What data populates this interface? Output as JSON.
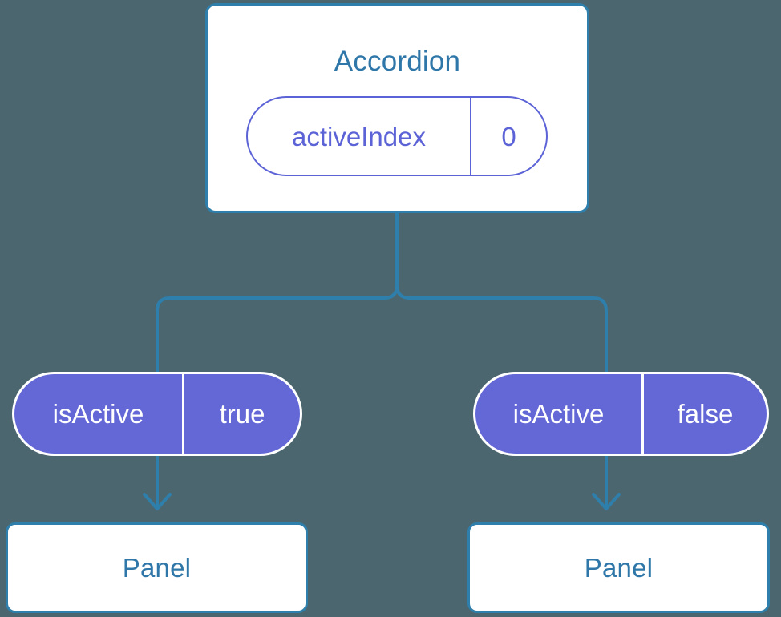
{
  "diagram": {
    "type": "component-tree",
    "background_color": "#4c6670",
    "line_color": "#2e7fab",
    "accent_purple": "#6468d6",
    "title_color": "#2e77a8"
  },
  "root": {
    "name": "accordion-node",
    "title": "Accordion",
    "state_pill": {
      "key": "activeIndex",
      "value": "0"
    }
  },
  "children": [
    {
      "name": "branch-left",
      "prop_pill": {
        "key": "isActive",
        "value": "true"
      },
      "panel": {
        "title": "Panel"
      }
    },
    {
      "name": "branch-right",
      "prop_pill": {
        "key": "isActive",
        "value": "false"
      },
      "panel": {
        "title": "Panel"
      }
    }
  ]
}
